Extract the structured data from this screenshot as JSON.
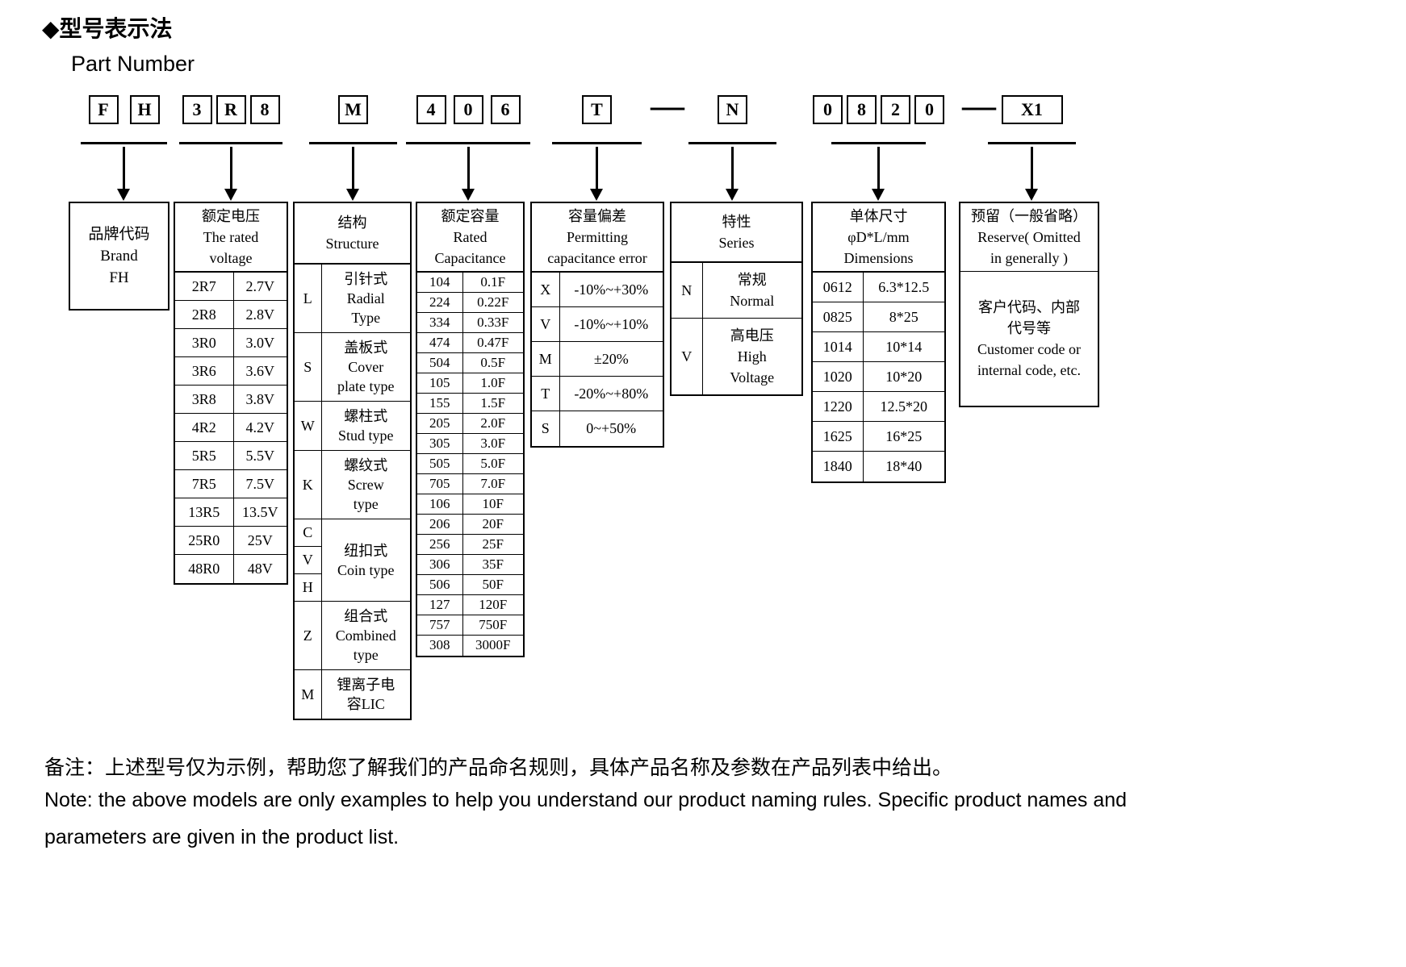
{
  "page": {
    "title_cn": "◆型号表示法",
    "title_en": "Part Number"
  },
  "part_number": {
    "groups": [
      {
        "id": "brand",
        "chars": [
          "F",
          "H"
        ]
      },
      {
        "id": "voltage",
        "chars": [
          "3",
          "R",
          "8"
        ]
      },
      {
        "id": "structure",
        "chars": [
          "M"
        ]
      },
      {
        "id": "capacitance",
        "chars": [
          "4",
          "0",
          "6"
        ]
      },
      {
        "id": "error",
        "chars": [
          "T"
        ]
      },
      {
        "id": "series",
        "chars": [
          "N"
        ]
      },
      {
        "id": "dimensions",
        "chars": [
          "0",
          "8",
          "2",
          "0"
        ]
      },
      {
        "id": "reserve",
        "chars": [
          "X1"
        ]
      }
    ],
    "separators": [
      "—",
      "—"
    ]
  },
  "brand": {
    "lines": [
      "品牌代码",
      "Brand",
      "FH"
    ]
  },
  "voltage": {
    "header": [
      "额定电压",
      "The rated",
      "voltage"
    ],
    "rows": [
      [
        "2R7",
        "2.7V"
      ],
      [
        "2R8",
        "2.8V"
      ],
      [
        "3R0",
        "3.0V"
      ],
      [
        "3R6",
        "3.6V"
      ],
      [
        "3R8",
        "3.8V"
      ],
      [
        "4R2",
        "4.2V"
      ],
      [
        "5R5",
        "5.5V"
      ],
      [
        "7R5",
        "7.5V"
      ],
      [
        "13R5",
        "13.5V"
      ],
      [
        "25R0",
        "25V"
      ],
      [
        "48R0",
        "48V"
      ]
    ]
  },
  "structure": {
    "header": [
      "结构",
      "Structure"
    ],
    "rows": [
      {
        "codes": [
          "L"
        ],
        "desc": [
          "引针式",
          "Radial",
          "Type"
        ]
      },
      {
        "codes": [
          "S"
        ],
        "desc": [
          "盖板式",
          "Cover",
          "plate  type"
        ]
      },
      {
        "codes": [
          "W"
        ],
        "desc": [
          "螺柱式",
          "Stud type"
        ]
      },
      {
        "codes": [
          "K"
        ],
        "desc": [
          "螺纹式",
          "Screw",
          "type"
        ]
      },
      {
        "codes": [
          "C",
          "V",
          "H"
        ],
        "desc": [
          "纽扣式",
          "Coin type"
        ]
      },
      {
        "codes": [
          "Z"
        ],
        "desc": [
          "组合式",
          "Combined",
          "type"
        ]
      },
      {
        "codes": [
          "M"
        ],
        "desc": [
          "锂离子电",
          "容LIC"
        ]
      }
    ]
  },
  "capacitance": {
    "header": [
      "额定容量",
      "Rated",
      "Capacitance"
    ],
    "rows": [
      [
        "104",
        "0.1F"
      ],
      [
        "224",
        "0.22F"
      ],
      [
        "334",
        "0.33F"
      ],
      [
        "474",
        "0.47F"
      ],
      [
        "504",
        "0.5F"
      ],
      [
        "105",
        "1.0F"
      ],
      [
        "155",
        "1.5F"
      ],
      [
        "205",
        "2.0F"
      ],
      [
        "305",
        "3.0F"
      ],
      [
        "505",
        "5.0F"
      ],
      [
        "705",
        "7.0F"
      ],
      [
        "106",
        "10F"
      ],
      [
        "206",
        "20F"
      ],
      [
        "256",
        "25F"
      ],
      [
        "306",
        "35F"
      ],
      [
        "506",
        "50F"
      ],
      [
        "127",
        "120F"
      ],
      [
        "757",
        "750F"
      ],
      [
        "308",
        "3000F"
      ]
    ]
  },
  "error": {
    "header": [
      "容量偏差",
      "Permitting",
      "capacitance error"
    ],
    "rows": [
      [
        "X",
        "-10%~+30%"
      ],
      [
        "V",
        "-10%~+10%"
      ],
      [
        "M",
        "±20%"
      ],
      [
        "T",
        "-20%~+80%"
      ],
      [
        "S",
        "0~+50%"
      ]
    ]
  },
  "series": {
    "header": [
      "特性",
      "Series"
    ],
    "rows": [
      {
        "codes": [
          "N"
        ],
        "desc": [
          "常规",
          "Normal"
        ]
      },
      {
        "codes": [
          "V"
        ],
        "desc": [
          "高电压",
          "High",
          "Voltage"
        ]
      }
    ]
  },
  "dimensions": {
    "header": [
      "单体尺寸",
      "φD*L/mm",
      "Dimensions"
    ],
    "rows": [
      [
        "0612",
        "6.3*12.5"
      ],
      [
        "0825",
        "8*25"
      ],
      [
        "1014",
        "10*14"
      ],
      [
        "1020",
        "10*20"
      ],
      [
        "1220",
        "12.5*20"
      ],
      [
        "1625",
        "16*25"
      ],
      [
        "1840",
        "18*40"
      ]
    ]
  },
  "reserve": {
    "header": [
      "预留（一般省略）",
      "Reserve( Omitted",
      "in generally )"
    ],
    "body": [
      "客户代码、内部",
      "代号等",
      "Customer code or",
      "internal code, etc."
    ]
  },
  "notes": {
    "cn": "备注：上述型号仅为示例，帮助您了解我们的产品命名规则，具体产品名称及参数在产品列表中给出。",
    "en1": "Note: the above models are only examples to help you understand our product naming rules. Specific product names and",
    "en2": "parameters are given in the product list."
  }
}
